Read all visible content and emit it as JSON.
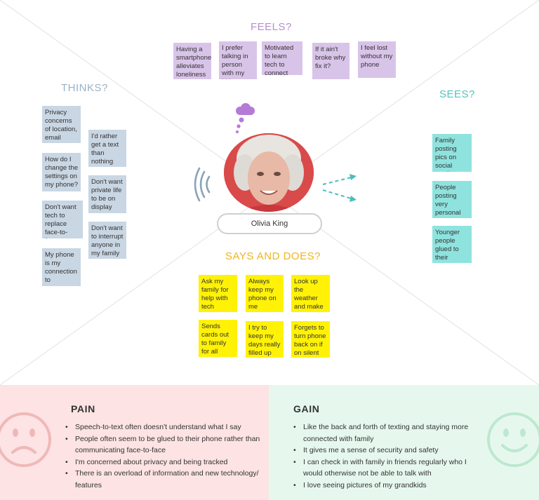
{
  "colors": {
    "feels": "#b98bd3",
    "thinks": "#98b2c5",
    "sees": "#53c3bd",
    "says": "#efb420",
    "pain_bg": "#fde3e3",
    "gain_bg": "#e6f8ee",
    "sticky_purple": "#d9c4e9",
    "sticky_blue": "#c9d6e3",
    "sticky_teal": "#8fe3df",
    "sticky_yellow": "#fff207"
  },
  "persona": {
    "name": "Olivia King"
  },
  "feels": {
    "title": "FEELS?",
    "notes": [
      "Having a smartphone alleviates loneliness",
      "I prefer talking in person with my kids",
      "Motivated to learn tech to connect with family",
      "If it ain't broke why fix it?",
      "I feel lost without my phone"
    ]
  },
  "thinks": {
    "title": "THINKS?",
    "notes": [
      "Privacy concerns of location, email",
      "How do I change the settings on my phone?",
      "Don't want tech to replace face-to-face",
      "My phone is my connection to everyone",
      "I'd rather get a text than nothing",
      "Don't want private life to be on display",
      "Don't want to interrupt anyone in my family"
    ]
  },
  "sees": {
    "title": "SEES?",
    "notes": [
      "Family posting pics on social media",
      "People posting very personal information",
      "Younger people glued to their phones"
    ]
  },
  "says": {
    "title": "SAYS AND DOES?",
    "notes": [
      "Ask my family for help with tech issues",
      "Always keep my phone on me",
      "Look up the weather and make grocey lists",
      "Sends cards out to family for all occasions",
      "I try to keep my days really filled up",
      "Forgets to turn phone back on if on silent"
    ]
  },
  "pain": {
    "title": "PAIN",
    "items": [
      "Speech-to-text often doesn't understand what I say",
      "People often seem to be glued to their phone rather than communicating face-to-face",
      "I'm concerned about privacy and being tracked",
      "There is an overload of information and new technology/ features"
    ]
  },
  "gain": {
    "title": "GAIN",
    "items": [
      "Like the back and forth of texting and staying more connected with family",
      "It gives me a sense of security and safety",
      "I can check in with family in friends regularly who I would otherwise not be able to talk with",
      "I love seeing pictures of my grandkids"
    ]
  },
  "icons": {
    "thought": "thought-bubble-icon",
    "sound": "sound-waves-icon",
    "sight": "sight-arrows-icon",
    "sad": "sad-face-icon",
    "happy": "happy-face-icon",
    "photo": "persona-photo"
  }
}
